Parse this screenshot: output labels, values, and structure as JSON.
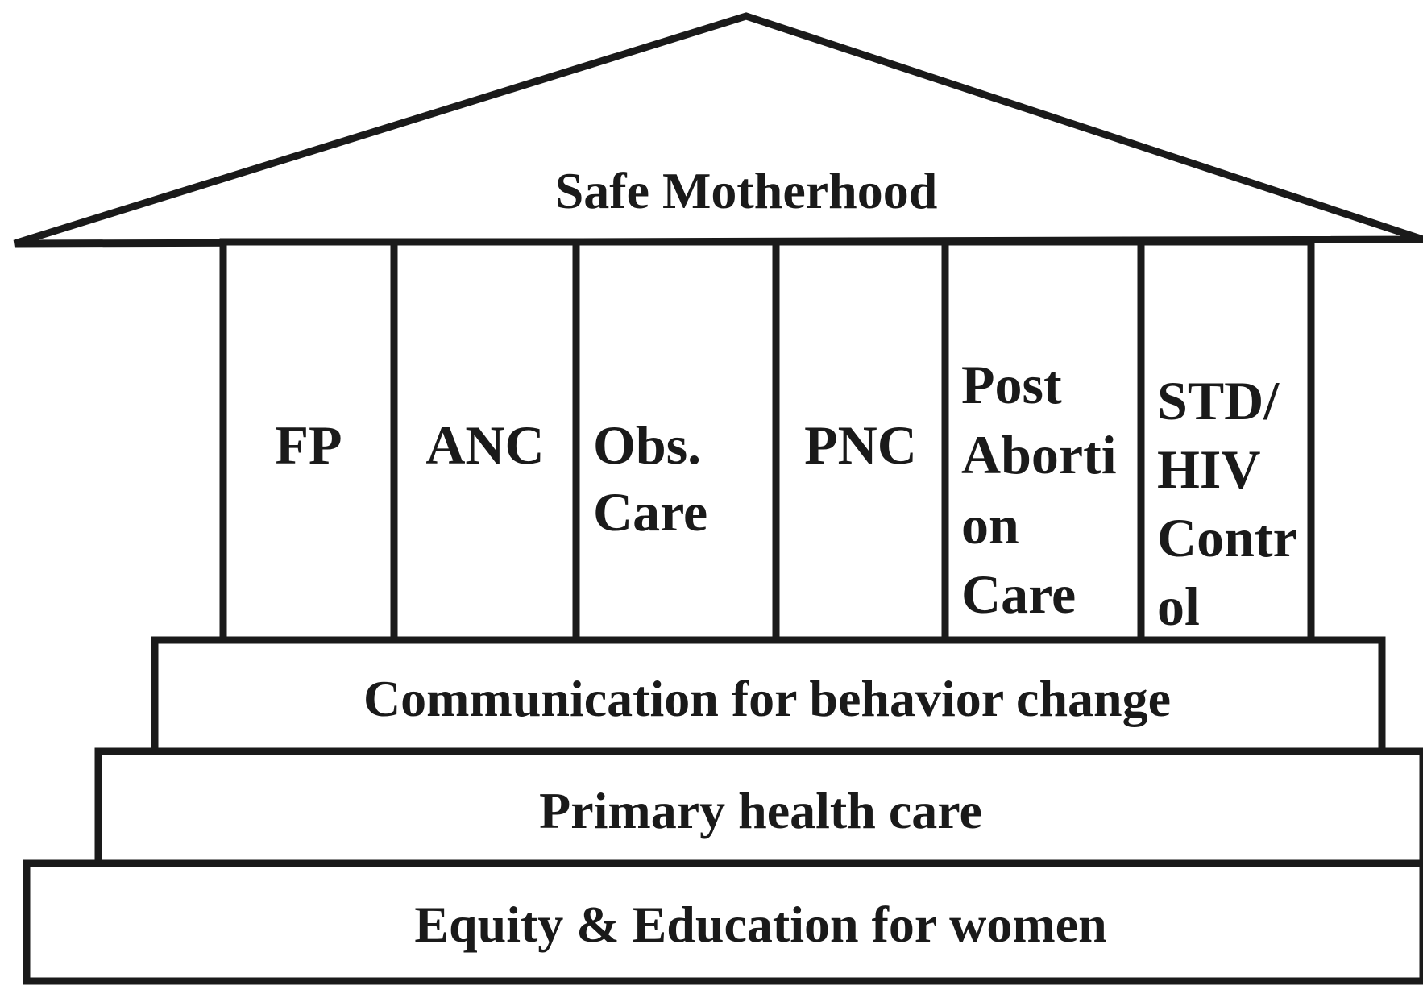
{
  "roof": {
    "label": "Safe Motherhood"
  },
  "pillars": [
    {
      "lines": [
        "FP"
      ]
    },
    {
      "lines": [
        "ANC"
      ]
    },
    {
      "lines": [
        "Obs.",
        "Care"
      ]
    },
    {
      "lines": [
        "PNC"
      ]
    },
    {
      "lines": [
        "Post",
        "Aborti",
        "on",
        "Care"
      ]
    },
    {
      "lines": [
        "STD/",
        "HIV",
        "Contr",
        "ol"
      ]
    }
  ],
  "steps": [
    {
      "label": "Communication for behavior change"
    },
    {
      "label": "Primary health care"
    },
    {
      "label": "Equity & Education for women"
    }
  ]
}
